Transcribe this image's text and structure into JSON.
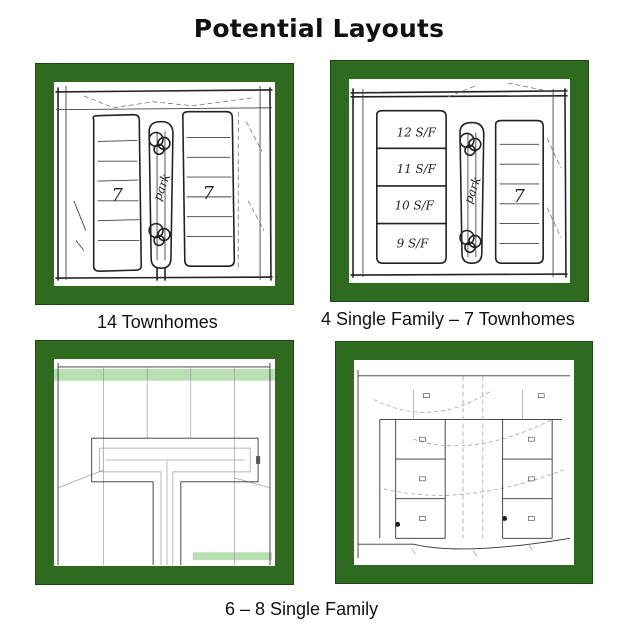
{
  "title": "Potential Layouts",
  "layouts": [
    {
      "caption": "14 Townhomes",
      "sketch_labels": {
        "park": "park",
        "unit_left": "7",
        "unit_right": "7"
      }
    },
    {
      "caption": "4 Single Family – 7 Townhomes",
      "sketch_labels": {
        "park": "park",
        "lot_12": "12 S/F",
        "lot_11": "11 S/F",
        "lot_10": "10 S/F",
        "lot_9": "9 S/F",
        "unit_right": "7"
      }
    },
    {
      "caption": "6 – 8 Single Family",
      "note": "shared caption for the two bottom layouts"
    }
  ],
  "colors": {
    "frame": "#2e6b1f",
    "highlight": "#a8d8a0"
  }
}
